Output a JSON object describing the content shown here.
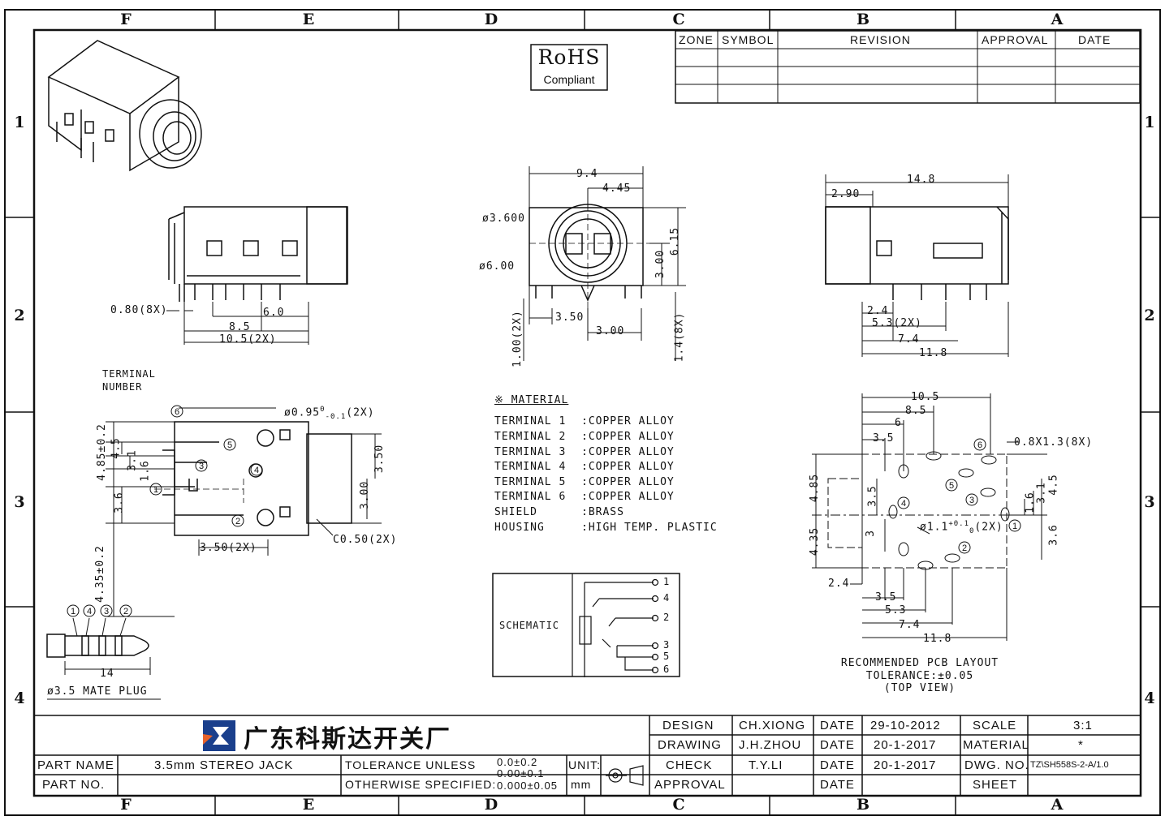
{
  "zones": {
    "columns": [
      "F",
      "E",
      "D",
      "C",
      "B",
      "A"
    ],
    "rows": [
      "1",
      "2",
      "3",
      "4"
    ]
  },
  "rohs": {
    "title": "RoHS",
    "subtitle": "Compliant"
  },
  "revision_table": {
    "headers": [
      "ZONE",
      "SYMBOL",
      "REVISION",
      "APPROVAL",
      "DATE"
    ]
  },
  "dims": {
    "side": [
      "0.80(8X)",
      "6.0",
      "8.5",
      "10.5(2X)"
    ],
    "front": [
      "9.4",
      "4.45",
      "ø3.600",
      "ø6.00",
      "6.15",
      "3.00",
      "3.50",
      "3.00",
      "1.00(2X)",
      "1.4(8X)"
    ],
    "right": [
      "14.8",
      "2.90",
      "2.4",
      "5.3(2X)",
      "7.4",
      "11.8"
    ],
    "top": [
      "4.85±0.2",
      "4.5",
      "3.1",
      "1.6",
      "3.6",
      "4.35±0.2",
      "3.50",
      "3.00",
      "3.50(2X)",
      "C0.50(2X)"
    ],
    "pcb": [
      "10.5",
      "8.5",
      "6",
      "3.5",
      "0.8X1.3(8X)",
      "4.85",
      "3.5",
      "3",
      "4.35",
      "4.5",
      "3.1",
      "1.6",
      "3.6",
      "2.4",
      "3.5",
      "5.3",
      "7.4",
      "11.8"
    ]
  },
  "top_view": {
    "terminal_label_1": "TERMINAL",
    "terminal_label_2": "NUMBER",
    "hole": "ø0.95",
    "hole_tol_top": "0",
    "hole_tol_bot": "-0.1",
    "hole_count": "(2X)"
  },
  "pcb_hole": {
    "dia": "ø1.1",
    "tol_top": "+0.1",
    "tol_bot": "0",
    "count": "(2X)"
  },
  "plug": {
    "label": "ø3.5 MATE PLUG",
    "length": "14",
    "terminals": [
      "1",
      "4",
      "3",
      "2"
    ]
  },
  "material": {
    "title": "※ MATERIAL",
    "rows": [
      {
        "part": "TERMINAL 1",
        "material": ":COPPER ALLOY"
      },
      {
        "part": "TERMINAL 2",
        "material": ":COPPER ALLOY"
      },
      {
        "part": "TERMINAL 3",
        "material": ":COPPER ALLOY"
      },
      {
        "part": "TERMINAL 4",
        "material": ":COPPER ALLOY"
      },
      {
        "part": "TERMINAL 5",
        "material": ":COPPER ALLOY"
      },
      {
        "part": "TERMINAL 6",
        "material": ":COPPER ALLOY"
      },
      {
        "part": "SHIELD",
        "material": ":BRASS"
      },
      {
        "part": "HOUSING",
        "material": ":HIGH TEMP. PLASTIC"
      }
    ]
  },
  "schematic": {
    "label": "SCHEMATIC",
    "pins": [
      "1",
      "4",
      "2",
      "3",
      "5",
      "6"
    ]
  },
  "pcb_caption": [
    "RECOMMENDED PCB LAYOUT",
    "TOLERANCE:±0.05",
    "(TOP VIEW)"
  ],
  "title_block": {
    "company": "广东科斯达开关厂",
    "part_name_label": "PART NAME",
    "part_name": "3.5mm STEREO JACK",
    "part_no_label": "PART NO.",
    "tol_label_1": "TOLERANCE UNLESS",
    "tol_label_2": "OTHERWISE SPECIFIED:",
    "tol_values": [
      "0.0±0.2",
      "0.00±0.1",
      "0.000±0.05"
    ],
    "unit_label": "UNIT:",
    "unit": "mm",
    "design_label": "DESIGN",
    "design_name": "CH.XIONG",
    "design_date": "29-10-2012",
    "drawing_label": "DRAWING",
    "drawing_name": "J.H.ZHOU",
    "drawing_date": "20-1-2017",
    "check_label": "CHECK",
    "check_name": "T.Y.LI",
    "check_date": "20-1-2017",
    "approval_label": "APPROVAL",
    "date_label": "DATE",
    "scale_label": "SCALE",
    "scale": "3:1",
    "material_label": "MATERIAL",
    "material": "*",
    "dwg_label": "DWG. NO.",
    "dwg_no": "TZ\\SH558S-2-A/1.0",
    "sheet_label": "SHEET"
  }
}
